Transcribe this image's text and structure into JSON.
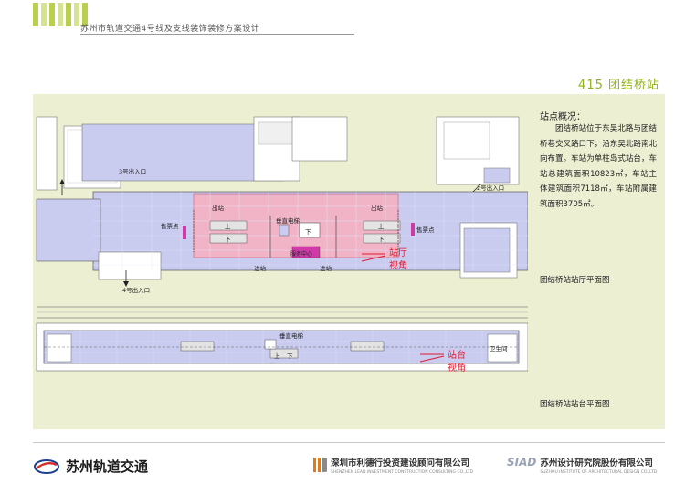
{
  "header": {
    "title": "苏州市轨道交通4号线及支线装饰装修方案设计"
  },
  "station": {
    "title": "415 团结桥站"
  },
  "summary": {
    "heading": "站点概况：",
    "body": "团结桥站位于东吴北路与团结桥巷交叉路口下，沿东吴北路南北向布置。车站为单柱岛式站台，车站总建筑面积10823㎡，车站主体建筑面积7118㎡，车站附属建筑面积3705㎡。"
  },
  "captions": {
    "concourse": "团结桥站站厅平面图",
    "platform": "团结桥站站台平面图"
  },
  "concourse_plan": {
    "exit3": "3号出入口",
    "exit2": "2号出入口",
    "exit4": "4号出入口",
    "ticket_left": "售票点",
    "ticket_right": "售票点",
    "exit_left": "出站",
    "exit_right": "出站",
    "elevator": "垂直电梯",
    "service": "服务中心",
    "entry_left": "进站",
    "entry_right": "进站",
    "up": "上",
    "down": "下",
    "view_line1": "站厅",
    "view_line2": "视角"
  },
  "platform_plan": {
    "elevator": "垂直电梯",
    "toilet": "卫生间",
    "up": "上",
    "down": "下",
    "view_line1": "站台",
    "view_line2": "视角"
  },
  "footer": {
    "left_name": "苏州轨道交通",
    "mid_cn": "深圳市利德行投资建设顾问有限公司",
    "mid_en": "SHENZHEN LEAD INVESTMENT CONSTRUCTION CONSULTING CO.,LTD",
    "right_sign": "SIAD",
    "right_cn": "苏州设计研究院股份有限公司",
    "right_en": "SUZHOU INSTITUTE OF ARCHITECTURAL DESIGN CO.,LTD"
  },
  "colors": {
    "accent": "#8fb21c",
    "panel_bg": "#ecefd2",
    "plan_fill": "#c9cbef",
    "pink_zone": "#f1b4c6",
    "view_text": "#e01b2e"
  }
}
